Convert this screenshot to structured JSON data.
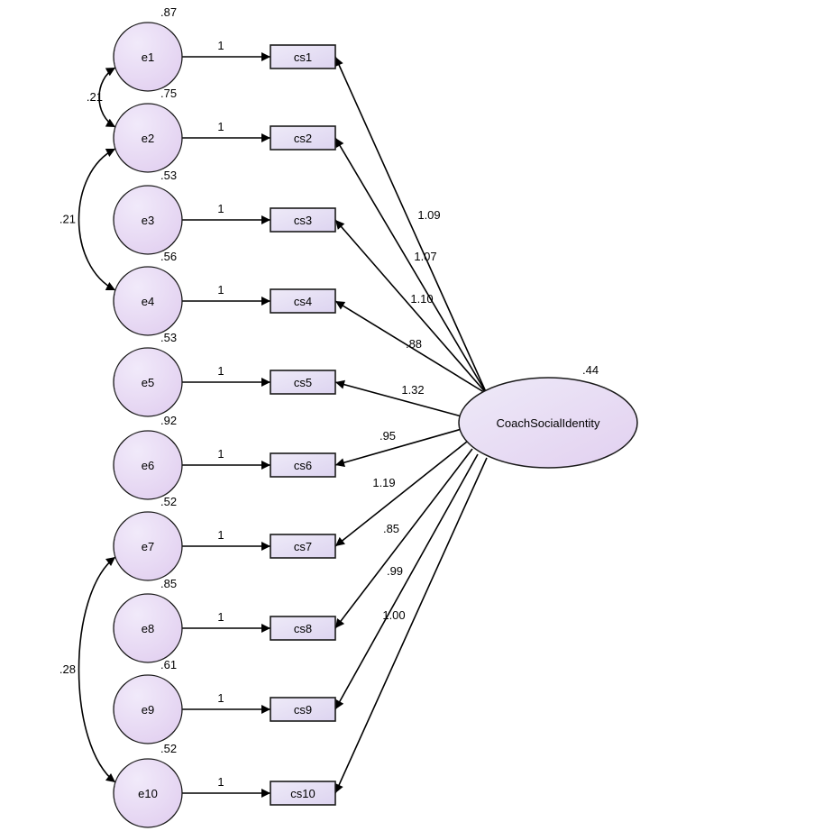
{
  "latent": {
    "name": "CoachSocialIdentity",
    "variance": ".44"
  },
  "rows": [
    {
      "error": "e1",
      "indicator": "cs1",
      "error_variance": ".87",
      "fixed_path": "1",
      "loading": "1.09"
    },
    {
      "error": "e2",
      "indicator": "cs2",
      "error_variance": ".75",
      "fixed_path": "1",
      "loading": "1.07"
    },
    {
      "error": "e3",
      "indicator": "cs3",
      "error_variance": ".53",
      "fixed_path": "1",
      "loading": "1.10"
    },
    {
      "error": "e4",
      "indicator": "cs4",
      "error_variance": ".56",
      "fixed_path": "1",
      "loading": ".88"
    },
    {
      "error": "e5",
      "indicator": "cs5",
      "error_variance": ".53",
      "fixed_path": "1",
      "loading": "1.32"
    },
    {
      "error": "e6",
      "indicator": "cs6",
      "error_variance": ".92",
      "fixed_path": "1",
      "loading": ".95"
    },
    {
      "error": "e7",
      "indicator": "cs7",
      "error_variance": ".52",
      "fixed_path": "1",
      "loading": "1.19"
    },
    {
      "error": "e8",
      "indicator": "cs8",
      "error_variance": ".85",
      "fixed_path": "1",
      "loading": ".85"
    },
    {
      "error": "e9",
      "indicator": "cs9",
      "error_variance": ".61",
      "fixed_path": "1",
      "loading": ".99"
    },
    {
      "error": "e10",
      "indicator": "cs10",
      "error_variance": ".52",
      "fixed_path": "1",
      "loading": "1.00"
    }
  ],
  "covariances": [
    {
      "from": "e1",
      "to": "e2",
      "value": ".21"
    },
    {
      "from": "e2",
      "to": "e4",
      "value": ".21"
    },
    {
      "from": "e7",
      "to": "e10",
      "value": ".28"
    }
  ],
  "colors": {
    "node_fill_light": "#f1eafa",
    "node_fill_dark": "#e2d0f0",
    "box_fill_light": "#eeeaf8",
    "box_fill_dark": "#ddd4f0",
    "stroke": "#000000"
  }
}
